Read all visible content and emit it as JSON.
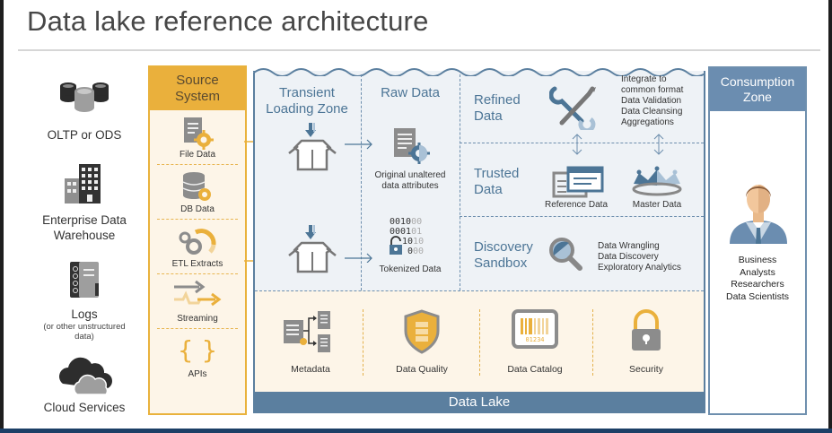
{
  "title": "Data lake reference architecture",
  "colors": {
    "source_accent": "#eab03c",
    "lake_accent": "#5b7f9f",
    "consumption_accent": "#6b8db0",
    "zone_title": "#4c7596",
    "icon_gray": "#8a8a8a"
  },
  "sources": [
    {
      "icon": "database-cluster-icon",
      "label": "OLTP or ODS"
    },
    {
      "icon": "building-icon",
      "label": "Enterprise Data Warehouse",
      "label_lines": [
        "Enterprise Data",
        "Warehouse"
      ]
    },
    {
      "icon": "notebook-icon",
      "label": "Logs",
      "sublabel_lines": [
        "(or other unstructured",
        "data)"
      ]
    },
    {
      "icon": "cloud-icon",
      "label": "Cloud Services"
    }
  ],
  "source_system": {
    "title_lines": [
      "Source",
      "System"
    ],
    "items": [
      {
        "icon": "file-gear-icon",
        "label": "File Data"
      },
      {
        "icon": "database-gear-icon",
        "label": "DB Data"
      },
      {
        "icon": "gears-icon",
        "label": "ETL Extracts"
      },
      {
        "icon": "stream-arrows-icon",
        "label": "Streaming"
      },
      {
        "icon": "braces-icon",
        "label": "APIs"
      }
    ]
  },
  "data_lake": {
    "footer": "Data Lake",
    "transient": {
      "title_lines": [
        "Transient",
        "Loading Zone"
      ],
      "icon": "open-box-icon"
    },
    "raw": {
      "title": "Raw Data",
      "original": {
        "icon": "file-gear-icon",
        "caption_lines": [
          "Original unaltered",
          "data attributes"
        ]
      },
      "tokenized": {
        "bits": [
          {
            "dark": "0010",
            "light": "00"
          },
          {
            "dark": "0001",
            "light": "01"
          },
          {
            "dark": "10",
            "light": "10"
          },
          {
            "dark": "0",
            "light": "00"
          }
        ],
        "icon": "padlock-icon",
        "caption": "Tokenized Data"
      }
    },
    "refined": {
      "title_lines": [
        "Refined",
        "Data"
      ],
      "icon": "wrench-screwdriver-icon",
      "items": [
        "Integrate to",
        "common format",
        "Data Validation",
        "Data Cleansing",
        "Aggregations"
      ]
    },
    "trusted": {
      "title_lines": [
        "Trusted",
        "Data"
      ],
      "reference": {
        "icon": "windows-icon",
        "caption": "Reference Data"
      },
      "master": {
        "icon": "crown-icon",
        "caption": "Master Data"
      }
    },
    "discovery": {
      "title_lines": [
        "Discovery",
        "Sandbox"
      ],
      "icon": "magnifier-icon",
      "items": [
        "Data Wrangling",
        "Data Discovery",
        "Exploratory Analytics"
      ]
    },
    "governance": [
      {
        "icon": "metadata-tree-icon",
        "label": "Metadata"
      },
      {
        "icon": "shield-icon",
        "label": "Data Quality"
      },
      {
        "icon": "barcode-icon",
        "label": "Data Catalog",
        "barcode_digits": "01234"
      },
      {
        "icon": "lock-icon",
        "label": "Security"
      }
    ]
  },
  "consumption": {
    "title_lines": [
      "Consumption",
      "Zone"
    ],
    "icon": "business-person-icon",
    "users": [
      "Business",
      "Analysts",
      "Researchers",
      "Data Scientists"
    ]
  }
}
